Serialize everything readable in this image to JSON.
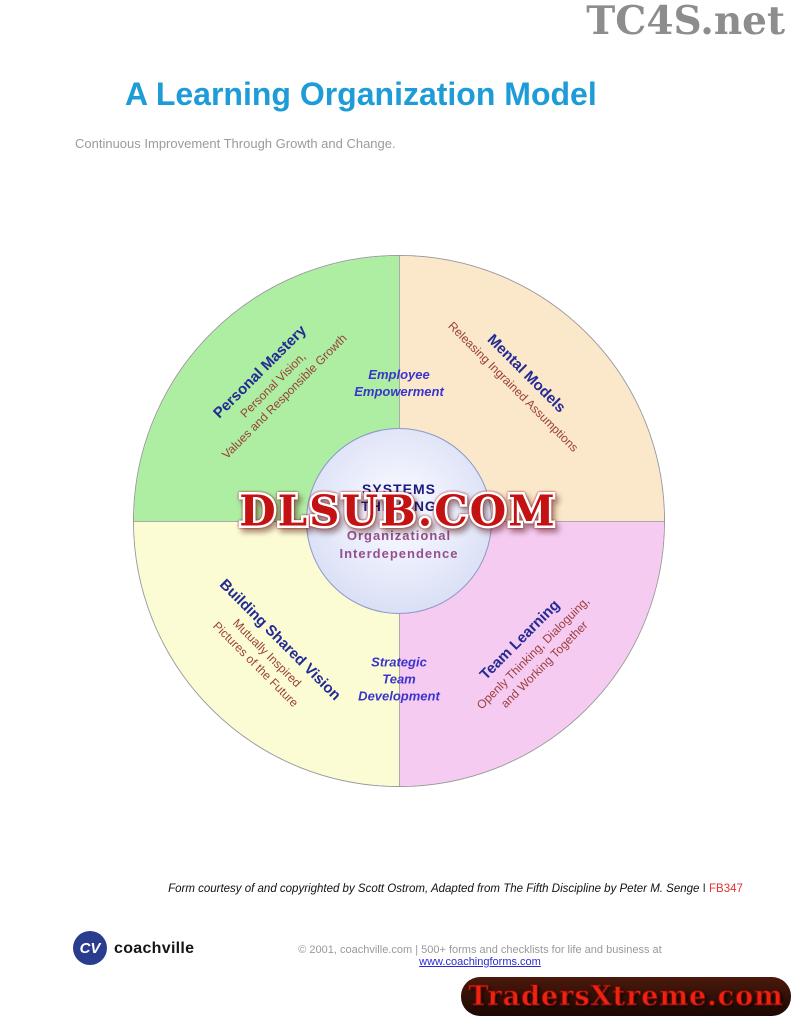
{
  "overlays": {
    "tc4s": "TC4S.net",
    "dlsub": "DLSUB.COM",
    "tradersxtreme": "TradersXtreme.com"
  },
  "header": {
    "title": "A Learning Organization Model",
    "subtitle": "Continuous Improvement Through Growth and Change."
  },
  "diagram": {
    "quadrants": {
      "top_left": {
        "title": "Personal Mastery",
        "sub1": "Personal Vision,",
        "sub2": "Values and Responsible Growth",
        "color": "#adeea2"
      },
      "top_right": {
        "title": "Mental Models",
        "sub1": "Releasing Ingrained Assumptions",
        "color": "#fbe7c9"
      },
      "bottom_left": {
        "title": "Building Shared Vision",
        "sub1": "Mutually Inspired",
        "sub2": "Pictures of the Future",
        "color": "#fcfcd4"
      },
      "bottom_right": {
        "title": "Team Learning",
        "sub1": "Openly Thinking, Dialoguing,",
        "sub2": "and Working Together",
        "color": "#f6cbf2"
      }
    },
    "connector_top": {
      "line1": "Employee",
      "line2": "Empowerment"
    },
    "connector_bottom": {
      "line1": "Strategic",
      "line2": "Team",
      "line3": "Development"
    },
    "center": {
      "line1": "SYSTEMS",
      "line2": "THINKING",
      "line3": "Organizational",
      "line4": "Interdependence"
    }
  },
  "footer": {
    "credit": "Form courtesy of and copyrighted by Scott Ostrom, Adapted from The Fifth Discipline by Peter M. Senge",
    "credit_sep": "I",
    "form_code": "FB347",
    "logo_initials": "CV",
    "logo_name": "coachville",
    "copyright": "© 2001, coachville.com | 500+ forms and checklists for life and business at",
    "link": "www.coachingforms.com"
  },
  "colors": {
    "title_blue": "#1e9cd7",
    "quadrant_title_navy": "#232a94",
    "quadrant_sub_red": "#99403a",
    "connector_blue": "#3b35cc",
    "center_title_navy": "#1b1b7e",
    "center_sub_plum": "#964f8e",
    "watermark_red": "#c41212",
    "form_code_red": "#e23030",
    "traders_red": "#ef2212"
  }
}
